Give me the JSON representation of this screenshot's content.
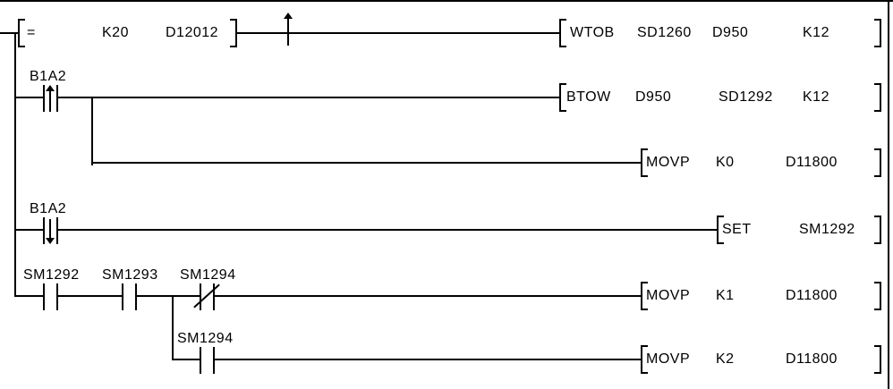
{
  "canvas": {
    "background": "#ffffff",
    "wire_color": "#000000",
    "editor": "plc-ladder-diagram"
  },
  "ladder": {
    "rungs": [
      {
        "compare": {
          "operator": "=",
          "operand1": "K20",
          "operand2": "D12012"
        },
        "pulse_symbol": "rising-edge-pulse",
        "instruction": {
          "mnemonic": "WTOB",
          "operands": [
            "SD1260",
            "D950",
            "K12"
          ]
        }
      },
      {
        "contact": {
          "device": "B1A2",
          "type": "rising-pulse-contact"
        },
        "instruction": {
          "mnemonic": "BTOW",
          "operands": [
            "D950",
            "SD1292",
            "K12"
          ]
        },
        "branch": {
          "instruction": {
            "mnemonic": "MOVP",
            "operands": [
              "K0",
              "D11800"
            ]
          }
        }
      },
      {
        "contact": {
          "device": "B1A2",
          "type": "falling-pulse-contact"
        },
        "instruction": {
          "mnemonic": "SET",
          "operands": [
            "SM1292"
          ]
        }
      },
      {
        "contacts": [
          {
            "device": "SM1292",
            "type": "normally-open"
          },
          {
            "device": "SM1293",
            "type": "normally-open"
          },
          {
            "device": "SM1294",
            "type": "normally-closed"
          }
        ],
        "instruction": {
          "mnemonic": "MOVP",
          "operands": [
            "K1",
            "D11800"
          ]
        },
        "branch": {
          "contact": {
            "device": "SM1294",
            "type": "normally-open"
          },
          "instruction": {
            "mnemonic": "MOVP",
            "operands": [
              "K2",
              "D11800"
            ]
          }
        }
      }
    ]
  }
}
